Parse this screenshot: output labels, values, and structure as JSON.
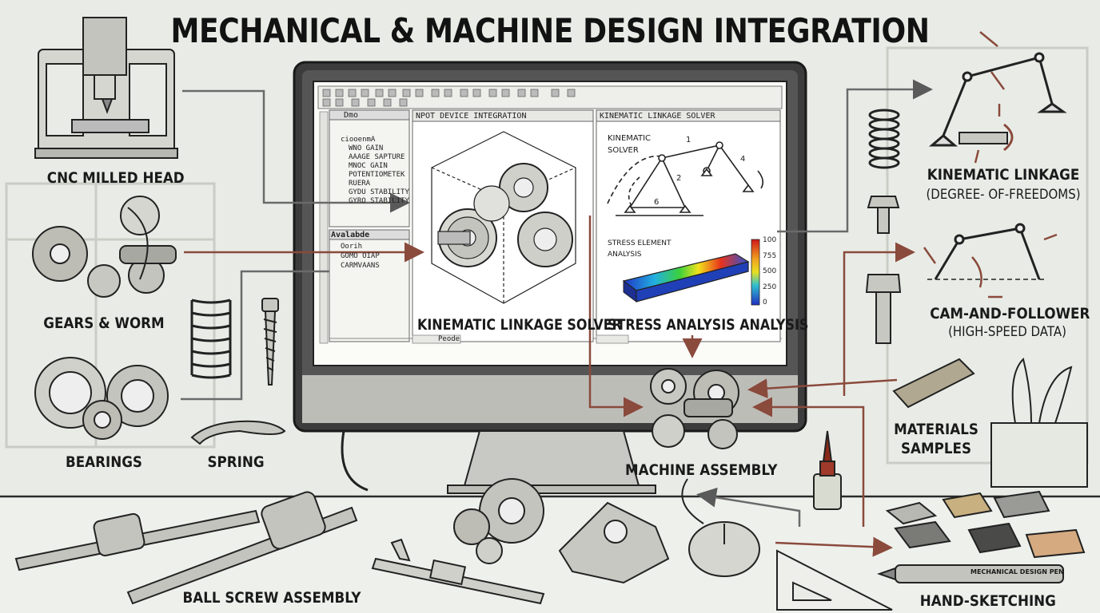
{
  "title": "MECHANICAL & MACHINE DESIGN INTEGRATION",
  "components": {
    "cnc": "CNC MILLED HEAD",
    "gears": "GEARS & WORM",
    "bearings": "BEARINGS",
    "spring": "SPRING",
    "ballscrew": "BALL SCREW ASSEMBLY",
    "kinematic": "KINEMATIC LINKAGE",
    "kinematic_sub": "(DEGREE- OF-FREEDOMS)",
    "cam": "CAM-AND-FOLLOWER",
    "cam_sub": "(HIGH-SPEED DATA)",
    "materials": "MATERIALS\nSAMPLES",
    "assembly": "MACHINE ASSEMBLY",
    "sketching": "HAND-SKETCHING",
    "pen_text": "MECHANICAL DESIGN PEN"
  },
  "screen": {
    "left_panel_header": "Dmo",
    "tree_items": [
      "ciooenmA",
      "WNO GAIN",
      "AAAGE SAPTURE",
      "MNOC GAIN",
      "POTENTIOMETEK",
      "RUERA",
      "GYDU STABILITY",
      "GYRO STABILITY"
    ],
    "lower_panel_header": "Avalabde",
    "lower_items": [
      "Oorih",
      "GOMO OIAP",
      "CARMVAANS"
    ],
    "center_header": "NPOT DEVICE INTEGRATION",
    "center_caption": "KINEMATIC LINKAGE SOLVER",
    "right_header": "KINEMATIC LINKAGE SOLVER",
    "solver_label": "KINEMATIC\nSOLVER",
    "link_numbers": [
      "1",
      "2",
      "4",
      "6"
    ],
    "stress_label": "STRESS ELEMENT\nANALYSIS",
    "colorbar_ticks": [
      "100",
      "755",
      "500",
      "250",
      "0"
    ],
    "right_caption": "STRESS ANALYSIS ANALYSIS",
    "status_left": "Peode"
  },
  "colors": {
    "flow_arrow": "#8a4a3c",
    "gray_arrow": "#6a6a6a",
    "screen_bg": "#fbfbf8",
    "monitor": "#3a3a3a"
  }
}
